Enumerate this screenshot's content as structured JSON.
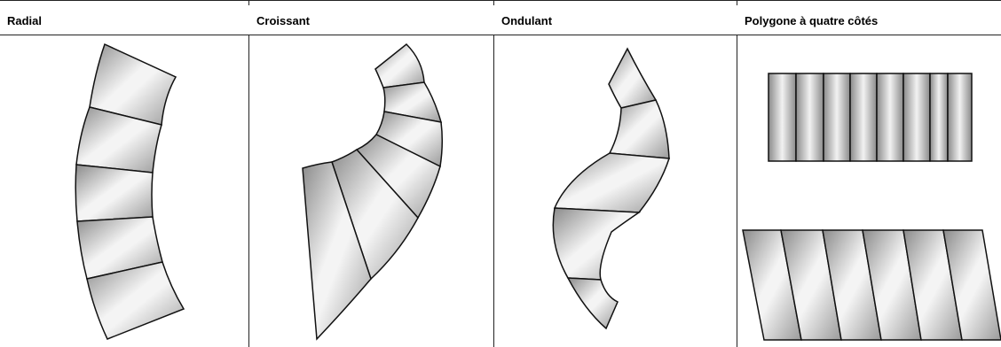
{
  "columns": [
    {
      "key": "radial",
      "label": "Radial"
    },
    {
      "key": "croissant",
      "label": "Croissant"
    },
    {
      "key": "ondulant",
      "label": "Ondulant"
    },
    {
      "key": "polygone",
      "label": "Polygone à quatre côtés"
    }
  ],
  "colors": {
    "border": "#222222",
    "shape_light": "#f4f4f4",
    "shape_dark": "#8a8a8a"
  }
}
